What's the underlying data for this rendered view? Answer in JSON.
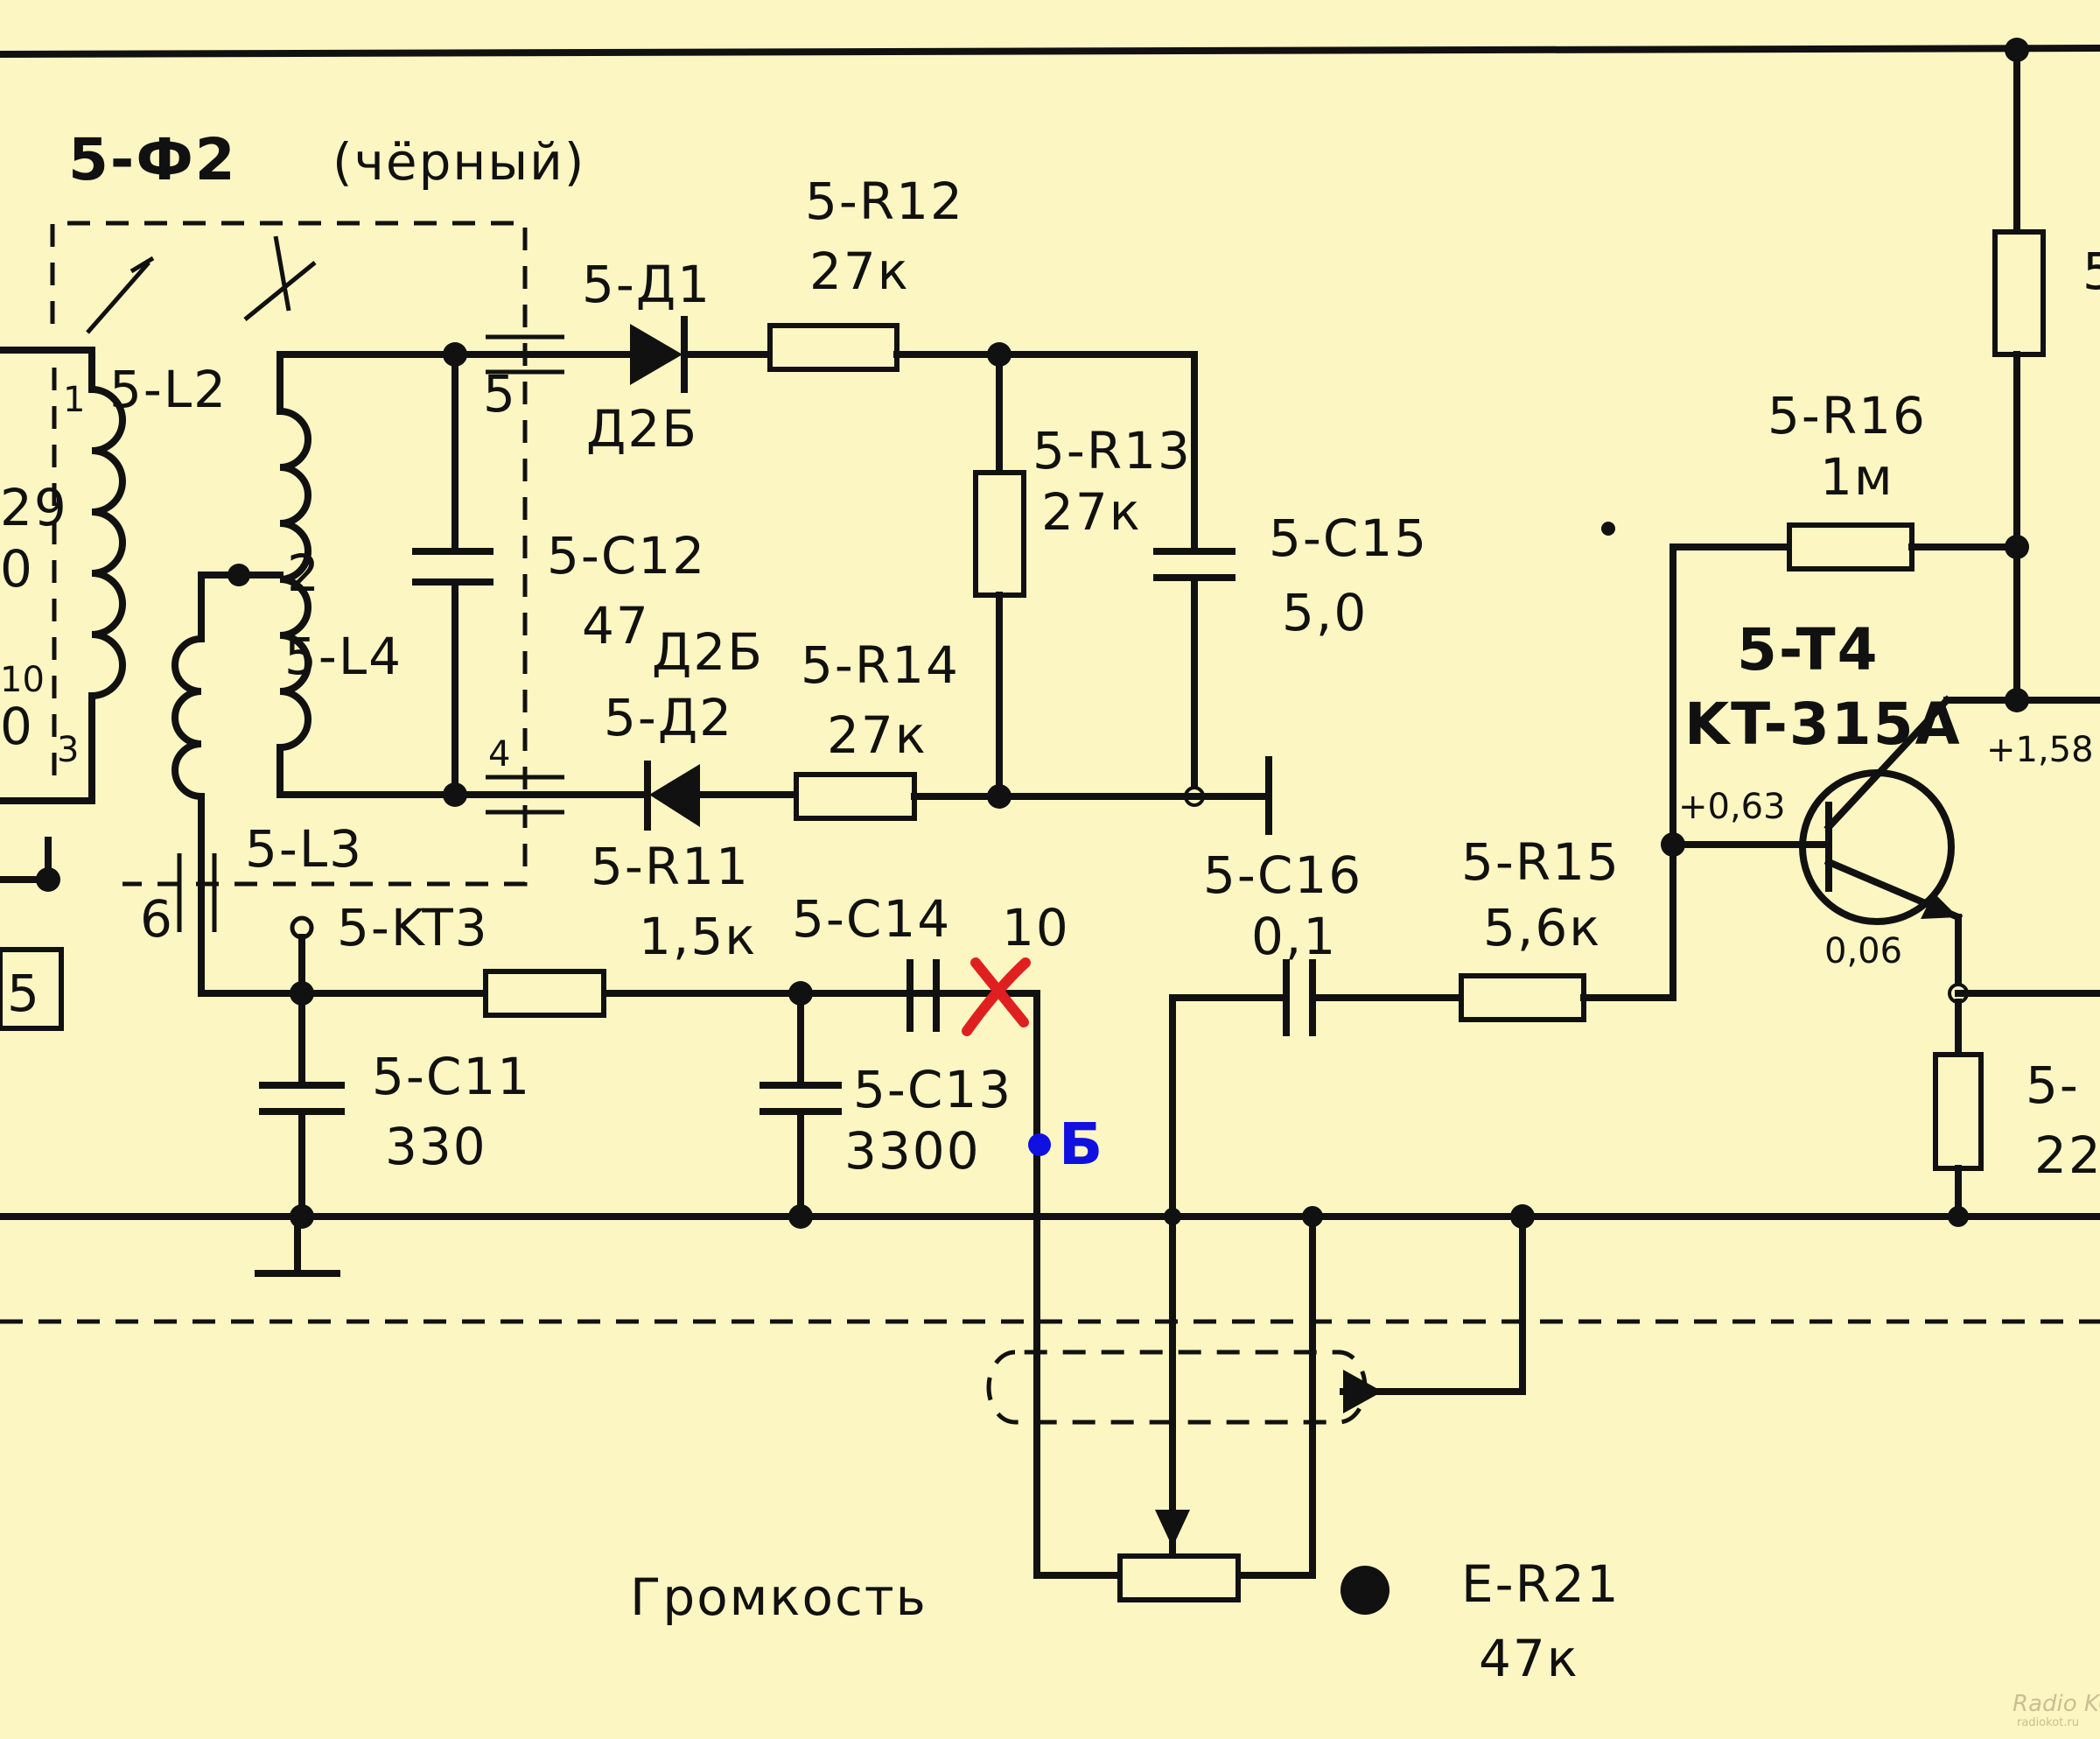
{
  "diagram": {
    "filter_label": "5-Ф2",
    "filter_note": "(чёрный)",
    "components": {
      "d1": {
        "ref": "5-Д1",
        "type": "Д2Б"
      },
      "d2": {
        "ref": "5-Д2",
        "type": "Д2Б"
      },
      "r12": {
        "ref": "5-R12",
        "value": "27к"
      },
      "r13": {
        "ref": "5-R13",
        "value": "27к"
      },
      "r14": {
        "ref": "5-R14",
        "value": "27к"
      },
      "r11": {
        "ref": "5-R11",
        "value": "1,5к"
      },
      "r15": {
        "ref": "5-R15",
        "value": "5,6к"
      },
      "r16": {
        "ref": "5-R16",
        "value": "1м"
      },
      "c11": {
        "ref": "5-C11",
        "value": "330"
      },
      "c12": {
        "ref": "5-C12",
        "value": "47"
      },
      "c13": {
        "ref": "5-C13",
        "value": "3300"
      },
      "c14": {
        "ref": "5-C14",
        "value": "10"
      },
      "c15": {
        "ref": "5-C15",
        "value": "5,0"
      },
      "c16": {
        "ref": "5-C16",
        "value": "0,1"
      },
      "l2": {
        "ref": "5-L2"
      },
      "l3": {
        "ref": "5-L3"
      },
      "l4": {
        "ref": "5-L4"
      },
      "kt3": {
        "ref": "5-KT3"
      },
      "t4": {
        "ref": "5-T4",
        "type": "KT-315A"
      },
      "r21": {
        "ref": "E-R21",
        "value": "47к"
      }
    },
    "pins": {
      "p1": "1",
      "p2": "2",
      "p3": "3",
      "p4": "4",
      "p5": "5",
      "p6": "6",
      "box5": "5"
    },
    "voltages": {
      "base": "+0,63",
      "collector": "+1,58",
      "emitter": "0,06"
    },
    "volume_label": "Громкость",
    "point_b_label": "Б",
    "partial_left": [
      "29",
      "0",
      "10",
      "0"
    ],
    "partial_right": [
      "5-",
      "22",
      "5"
    ],
    "watermark": "Radio KOT",
    "watermark_url": "radiokot.ru",
    "colors": {
      "background": "#fcf6c2",
      "ink": "#111111",
      "mark_x": "#e02020",
      "point_b": "#1010e0"
    }
  }
}
